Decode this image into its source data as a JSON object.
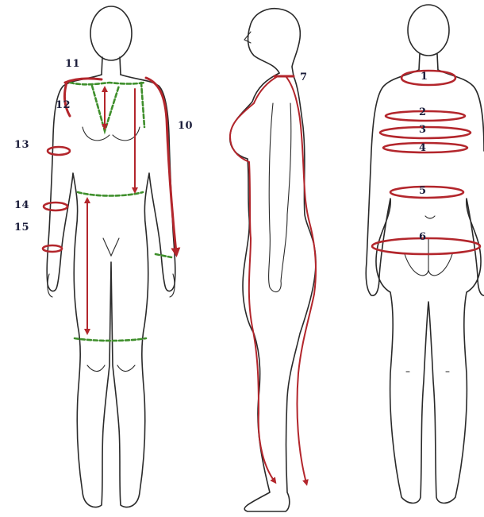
{
  "colors": {
    "measure": "#b3262c",
    "guide": "#3f8f2c",
    "outline": "#2a2a2a",
    "label": "#1b1d3b"
  },
  "labels": {
    "m1": "1",
    "m2": "2",
    "m3": "3",
    "m4": "4",
    "m5": "5",
    "m6": "6",
    "m7": "7",
    "m10": "10",
    "m11": "11",
    "m12": "12",
    "m13": "13",
    "m14": "14",
    "m15": "15"
  }
}
